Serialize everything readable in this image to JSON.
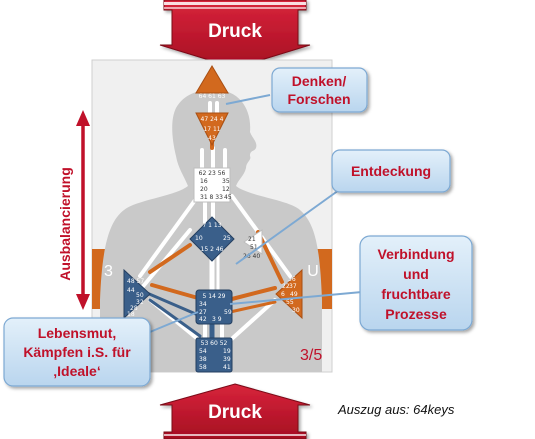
{
  "arrows": {
    "top_label": "Druck",
    "bottom_label": "Druck",
    "side_label": "Ausbalancierung"
  },
  "chart": {
    "profile_left": "3",
    "profile_right": "U",
    "profile_bottom": "3/5",
    "gates": {
      "head": "64 61 63",
      "ajna_top": "47 24 4",
      "ajna_mid": "17 11",
      "ajna_bottom": "43",
      "throat_1": "62 23 56",
      "throat_2a": "16",
      "throat_2b": "35",
      "throat_3a": "20",
      "throat_3b": "12",
      "throat_4a": "31 8 33",
      "throat_4b": "45",
      "g_top": "7 1 13",
      "g_left": "10",
      "g_right": "25",
      "g_bottom": "15 2 46",
      "ego_a": "21",
      "ego_b": "51",
      "ego_c": "26 40",
      "spleen_1": "48 57",
      "spleen_2": "44",
      "spleen_3": "50",
      "spleen_4": "32",
      "spleen_5": "28",
      "spleen_6": "18",
      "sacral_top": "5 14 29",
      "sacral_mid_a": "34",
      "sacral_mid_b": "27",
      "sacral_mid_c": "59",
      "sacral_bot_a": "42",
      "sacral_bot_b": "3 9",
      "sp_1": "36",
      "sp_2": "22",
      "sp_3": "37",
      "sp_4": "6",
      "sp_5": "49",
      "sp_6": "55",
      "sp_7": "30",
      "root_1": "53 60 52",
      "root_2a": "54",
      "root_2b": "19",
      "root_3a": "38",
      "root_3b": "39",
      "root_4a": "58",
      "root_4b": "41"
    }
  },
  "callouts": {
    "denken_line1": "Denken/",
    "denken_line2": "Forschen",
    "entdeckung": "Entdeckung",
    "verbindung_line1": "Verbindung",
    "verbindung_line2": "und",
    "verbindung_line3": "fruchtbare",
    "verbindung_line4": "Prozesse",
    "lebensmut_line1": "Lebensmut,",
    "lebensmut_line2": "Kämpfen i.S. für",
    "lebensmut_line3": "‚Ideale‘"
  },
  "source_note": "Auszug aus: 64keys",
  "colors": {
    "arrow_red": "#c0112a",
    "center_orange": "#d2691e",
    "center_blue": "#3a5f8a",
    "callout_text": "#c0112a",
    "callout_fill": "#cfe4f5"
  }
}
